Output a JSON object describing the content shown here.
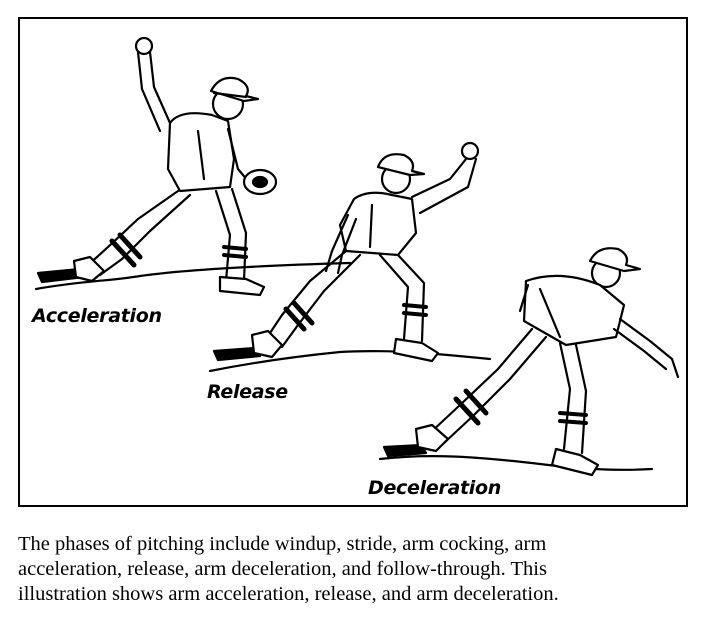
{
  "figure": {
    "labels": {
      "acceleration": "Acceleration",
      "release": "Release",
      "deceleration": "Deceleration"
    }
  },
  "caption": {
    "line1": "The phases of pitching include windup, stride, arm cocking, arm",
    "line2": "acceleration, release, arm deceleration, and follow-through. This",
    "line3": "illustration shows arm acceleration, release, and arm deceleration."
  }
}
